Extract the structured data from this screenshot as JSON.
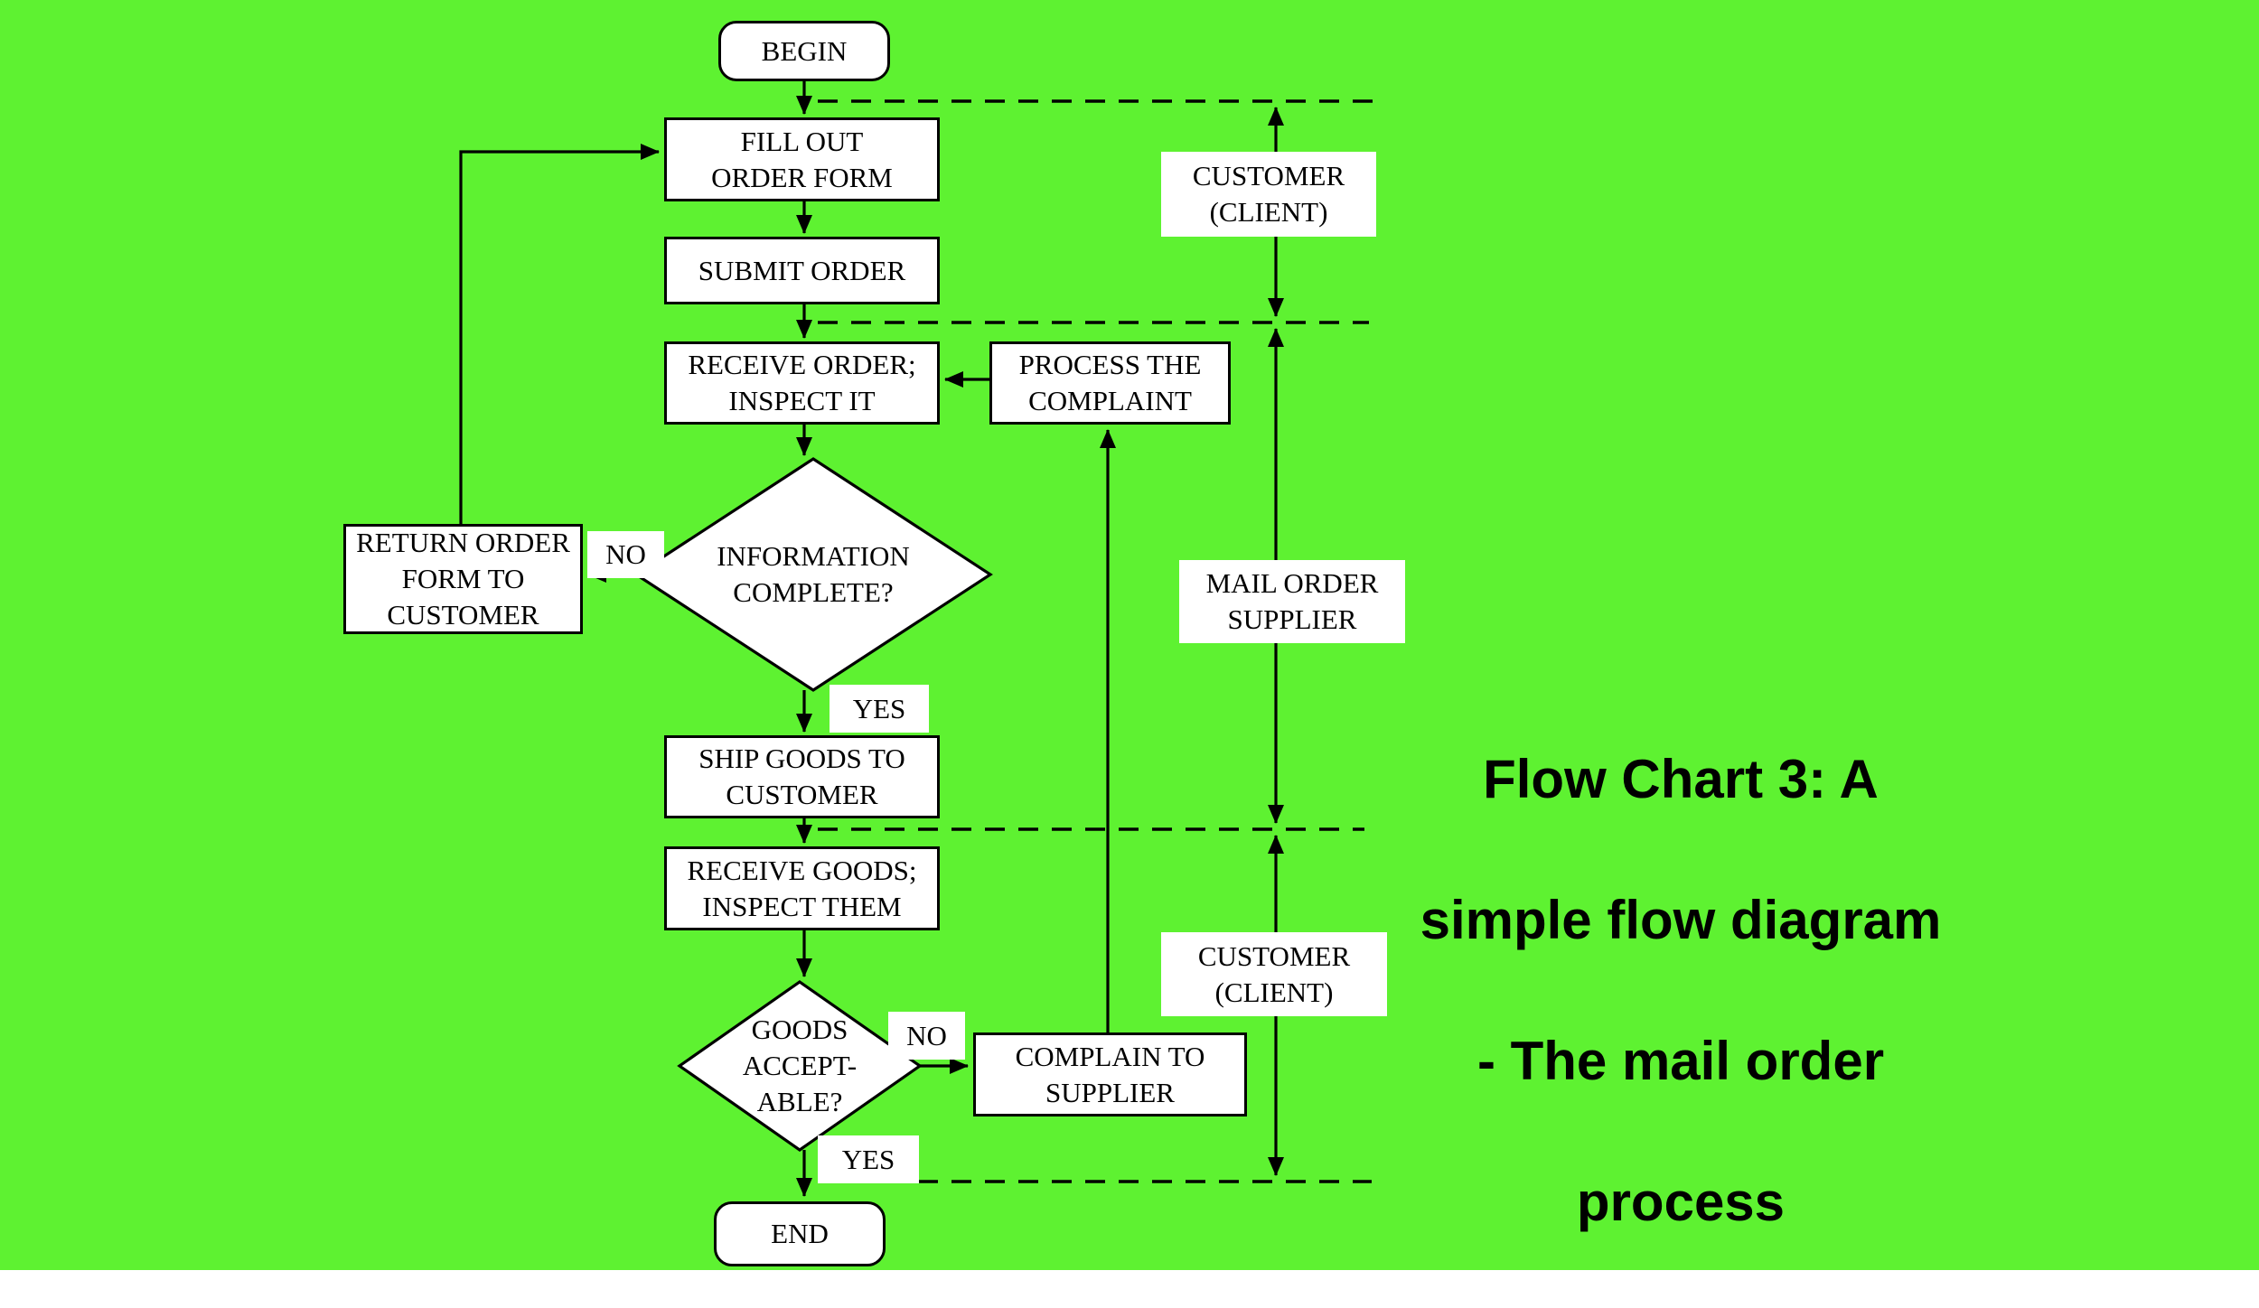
{
  "title": {
    "lines": [
      "Flow Chart 3:  A",
      "simple flow diagram",
      "- The mail order",
      "process"
    ]
  },
  "nodes": {
    "begin": "BEGIN",
    "fill_out": "FILL OUT\nORDER FORM",
    "submit": "SUBMIT ORDER",
    "receive_order": "RECEIVE ORDER;\nINSPECT IT",
    "process_complaint": "PROCESS THE\nCOMPLAINT",
    "info_complete": "INFORMATION\nCOMPLETE?",
    "return_order": "RETURN ORDER\nFORM TO\nCUSTOMER",
    "ship_goods": "SHIP GOODS TO\nCUSTOMER",
    "receive_goods": "RECEIVE GOODS;\nINSPECT THEM",
    "goods_acceptable": "GOODS\nACCEPT-\nABLE?",
    "complain": "COMPLAIN TO\nSUPPLIER",
    "end": "END"
  },
  "branch_labels": {
    "no_top": "NO",
    "yes_top": "YES",
    "no_bottom": "NO",
    "yes_bottom": "YES"
  },
  "roles": {
    "customer_top": "CUSTOMER\n(CLIENT)",
    "mail_order_supplier": "MAIL ORDER\nSUPPLIER",
    "customer_bottom": "CUSTOMER\n(CLIENT)"
  },
  "colors": {
    "background": "#5EF231",
    "box_fill": "#FFFFFF",
    "line": "#000000",
    "text": "#000000"
  }
}
